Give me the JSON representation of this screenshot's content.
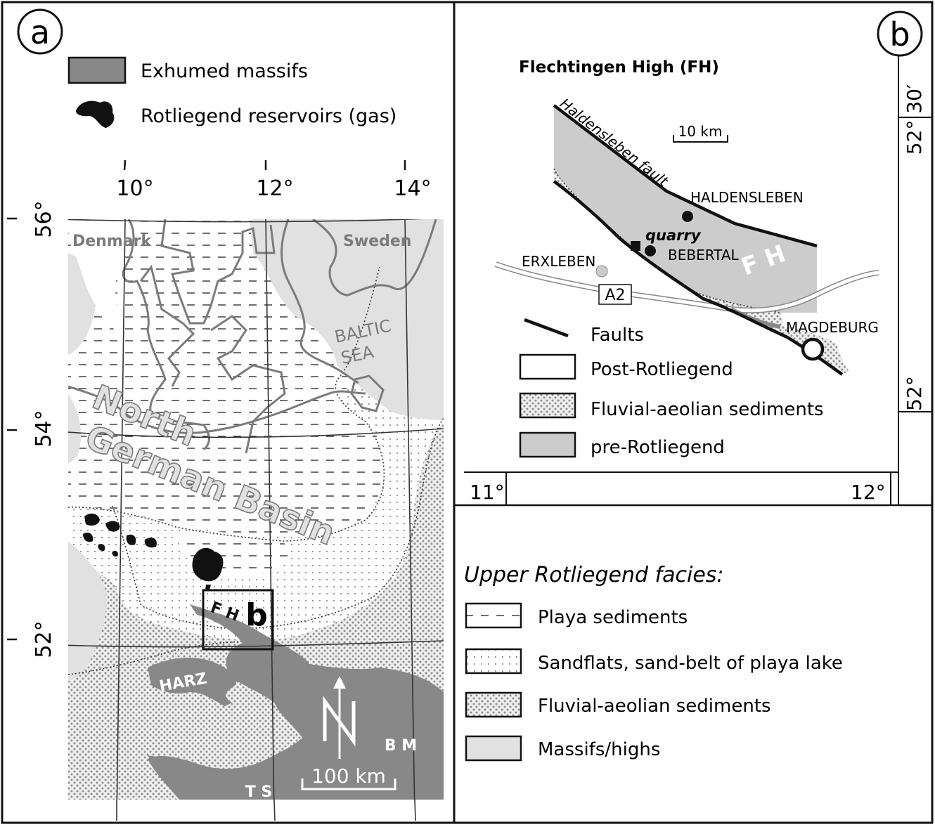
{
  "panel_a": {
    "badge": "a",
    "legend_top": {
      "exhumed": "Exhumed massifs",
      "reservoirs": "Rotliegend reservoirs (gas)"
    },
    "longitudes": [
      "10°",
      "12°",
      "14°"
    ],
    "latitudes": [
      "56°",
      "54°",
      "52°"
    ],
    "labels": {
      "denmark": "Denmark",
      "sweden": "Sweden",
      "baltic_1": "BALTIC",
      "baltic_2": "SEA",
      "basin_1": "North",
      "basin_2": "German Basin",
      "harz": "HARZ",
      "fh": "F H",
      "inset_b": "b",
      "bm": "B M",
      "ts": "T S",
      "scale": "100 km"
    }
  },
  "panel_b": {
    "badge": "b",
    "title": "Flechtingen High (FH)",
    "scale": "10 km",
    "fault_name": "Haldensleben fault",
    "places": {
      "haldensleben": "HALDENSLEBEN",
      "quarry": "quarry",
      "bebertal": "BEBERTAL",
      "erxleben": "ERXLEBEN",
      "magdeburg": "MAGDEBURG",
      "highway": "A2",
      "fh": "F H"
    },
    "legend": {
      "faults": "Faults",
      "post": "Post-Rotliegend",
      "fluvial": "Fluvial-aeolian sediments",
      "pre": "pre-Rotliegend"
    },
    "lon_11": "11°",
    "lon_12": "12°",
    "lat_5230": "52° 30′",
    "lat_52": "52°"
  },
  "facies_legend": {
    "title": "Upper Rotliegend facies:",
    "items": [
      "Playa sediments",
      "Sandflats, sand-belt of playa lake",
      "Fluvial-aeolian sediments",
      "Massifs/highs"
    ]
  },
  "colors": {
    "dark_grey": "#888888",
    "light_grey": "#e1e1e1",
    "mid_grey": "#cccccc",
    "outline_grey": "#7b7b7b"
  }
}
